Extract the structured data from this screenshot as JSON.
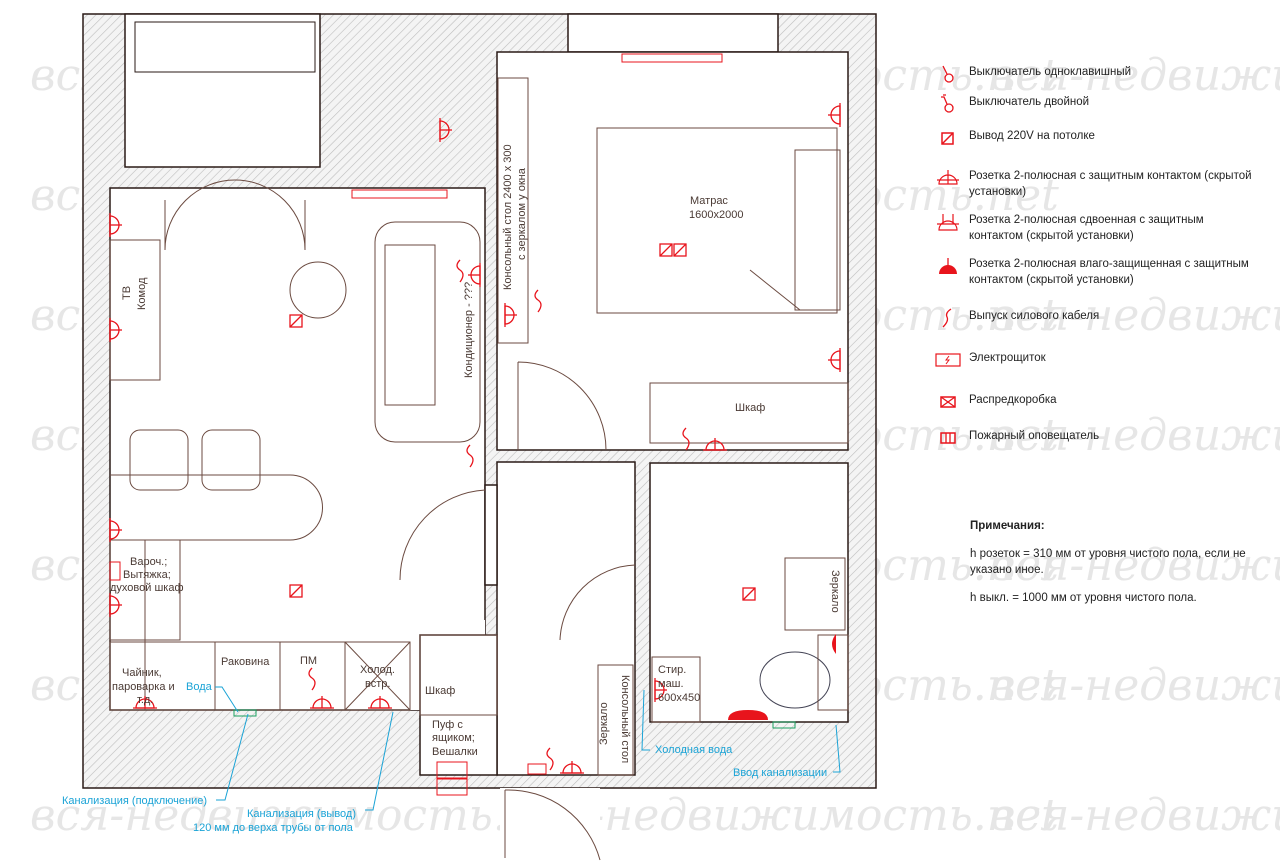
{
  "watermark": "вся-недвижимость.net",
  "colors": {
    "wall_line": "#2a1a16",
    "furniture": "#6b4a40",
    "electric": "#e8141c",
    "plumbing": "#1aa3d6",
    "water_box": "#1aa060"
  },
  "rooms": {
    "bed": "Матрас",
    "bed_size": "1600x2000",
    "console": "Консольный стол 2400 х 300",
    "console2": "с зеркалом у окна",
    "wardrobe_bedroom": "Шкаф",
    "ac": "Кондиционер - ???",
    "tv1": "ТВ",
    "tv2": "Комод",
    "cooker1": "Вароч.;",
    "cooker2": "Вытяжка;",
    "cooker3": "духовой шкаф",
    "kettle1": "Чайник,",
    "kettle2": "пароварка и",
    "kettle3": "т.д.",
    "sink": "Раковина",
    "dishwasher": "ПМ",
    "fridge1": "Холод.",
    "fridge2": "встр.",
    "hall_wardrobe": "Шкаф",
    "pouf1": "Пуф с",
    "pouf2": "ящиком;",
    "pouf3": "Вешалки",
    "hall_console": "Консольный стол",
    "hall_mirror": "Зеркало",
    "washer1": "Стир.",
    "washer2": "маш.",
    "washer3": "600х450",
    "bath_mirror": "Зеркало"
  },
  "plumbing_labels": {
    "water": "Вода",
    "sewer_connect": "Канализация (подключение)",
    "sewer_out": "Канализация (вывод)",
    "sewer_out_note": "120 мм до верха трубы от пола",
    "cold_water": "Холодная вода",
    "sewer_in": "Ввод канализации"
  },
  "legend": [
    {
      "icon": "switch-single-icon",
      "text": "Выключатель одноклавишный"
    },
    {
      "icon": "switch-double-icon",
      "text": "Выключатель двойной"
    },
    {
      "icon": "ceiling-outlet-icon",
      "text": "Вывод 220V на потолке"
    },
    {
      "icon": "socket-icon",
      "text": "Розетка 2-полюсная с защитным контактом (скрытой установки)"
    },
    {
      "icon": "double-socket-icon",
      "text": "Розетка 2-полюсная сдвоенная с защитным контактом (скрытой установки)"
    },
    {
      "icon": "waterproof-socket-icon",
      "text": "Розетка 2-полюсная влаго-защищенная с защитным контактом (скрытой установки)"
    },
    {
      "icon": "power-cable-icon",
      "text": "Выпуск силового кабеля"
    },
    {
      "icon": "electrical-panel-icon",
      "text": "Электрощиток"
    },
    {
      "icon": "junction-box-icon",
      "text": "Распредкоробка"
    },
    {
      "icon": "fire-alarm-icon",
      "text": "Пожарный оповещатель"
    }
  ],
  "notes": {
    "title": "Примечания:",
    "items": [
      "h розеток = 310 мм от уровня чистого пола, если не указано иное.",
      "h выкл. = 1000 мм от уровня чистого пола."
    ]
  }
}
